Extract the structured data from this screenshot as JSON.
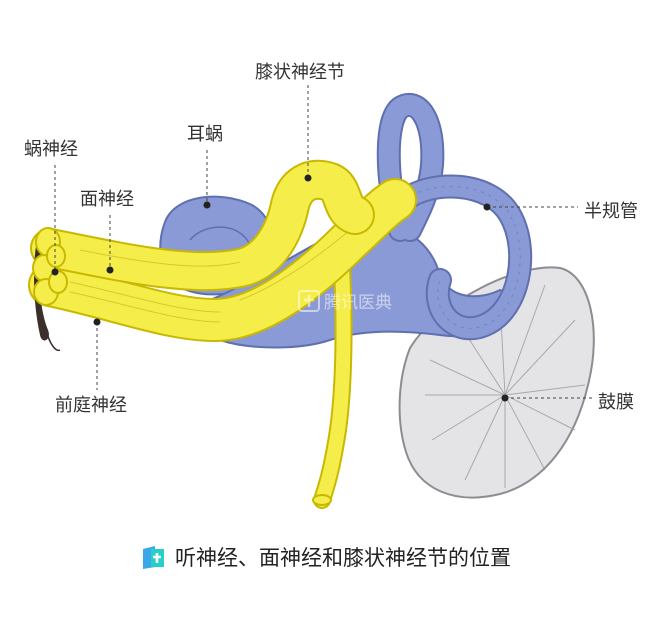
{
  "labels": {
    "cochlear_nerve": "蜗神经",
    "facial_nerve": "面神经",
    "cochlea": "耳蜗",
    "geniculate_ganglion": "膝状神经节",
    "semicircular_canals": "半规管",
    "tympanic_membrane": "鼓膜",
    "vestibular_nerve": "前庭神经"
  },
  "watermark": "腾讯医典",
  "caption": "听神经、面神经和膝状神经节的位置",
  "colors": {
    "nerve_yellow": "#f5ee4a",
    "nerve_outline": "#c9b800",
    "inner_ear_blue": "#8a9ad6",
    "inner_ear_outline": "#5f6fb0",
    "eardrum_gray": "#e4e4e6",
    "eardrum_outline": "#8c8c92",
    "logo_blue": "#3aa7e8",
    "logo_cyan": "#26d0c8"
  },
  "icons": {
    "watermark_logo": "tencent-medical-logo-icon",
    "caption_logo": "tencent-medical-logo-icon"
  }
}
